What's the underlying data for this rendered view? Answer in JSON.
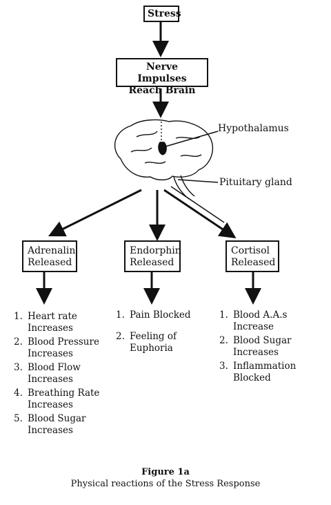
{
  "stress": "Stress",
  "nerve_line1": "Nerve Impulses",
  "nerve_line2": "Reach Brain",
  "hypothalamus": "Hypothalamus",
  "pituitary": "Pituitary gland",
  "branches": [
    {
      "title_line1": "Adrenalin",
      "title_line2": "Released",
      "items": [
        {
          "num": "1.",
          "line1": "Heart rate",
          "line2": "Increases"
        },
        {
          "num": "2.",
          "line1": "Blood Pressure",
          "line2": "Increases"
        },
        {
          "num": "3.",
          "line1": "Blood Flow",
          "line2": "Increases"
        },
        {
          "num": "4.",
          "line1": "Breathing Rate",
          "line2": "Increases"
        },
        {
          "num": "5.",
          "line1": "Blood Sugar",
          "line2": "Increases"
        }
      ]
    },
    {
      "title_line1": "Endorphin",
      "title_line2": "Released",
      "items": [
        {
          "num": "1.",
          "line1": "Pain Blocked",
          "line2": ""
        },
        {
          "num": "2.",
          "line1": "Feeling of",
          "line2": "Euphoria"
        }
      ]
    },
    {
      "title_line1": "Cortisol",
      "title_line2": "Released",
      "items": [
        {
          "num": "1.",
          "line1": "Blood A.A.s",
          "line2": "Increase"
        },
        {
          "num": "2.",
          "line1": "Blood Sugar",
          "line2": "Increases"
        },
        {
          "num": "3.",
          "line1": "Inflammation",
          "line2": "Blocked"
        }
      ]
    }
  ],
  "caption_title": "Figure 1a",
  "caption_sub": "Physical reactions of the Stress Response"
}
